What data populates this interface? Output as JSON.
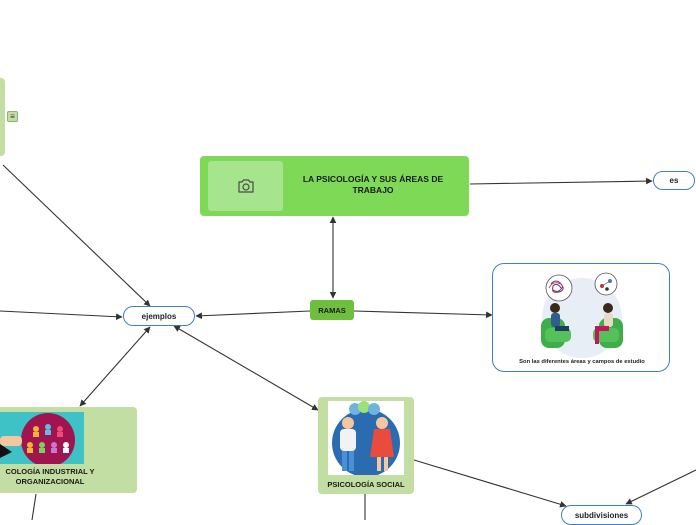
{
  "central": {
    "title": "LA PSICOLOGÍA Y SUS ÁREAS DE TRABAJO",
    "icon": "camera-icon"
  },
  "nodes": {
    "es": "es",
    "ejemplos": "ejemplos",
    "ramas": "RAMAS",
    "subdivisiones": "subdivisiones",
    "industrial": "COLOGÍA INDUSTRIAL Y ORGANIZACIONAL",
    "social": "PSICOLOGÍA SOCIAL",
    "image_caption": "Son las diferentes áreas y campos de estudio",
    "menu_icon": "menu-icon"
  },
  "colors": {
    "main": "#7ed957",
    "pale": "#c2dea3",
    "pill_border": "#3b82c4",
    "line": "#333333"
  }
}
